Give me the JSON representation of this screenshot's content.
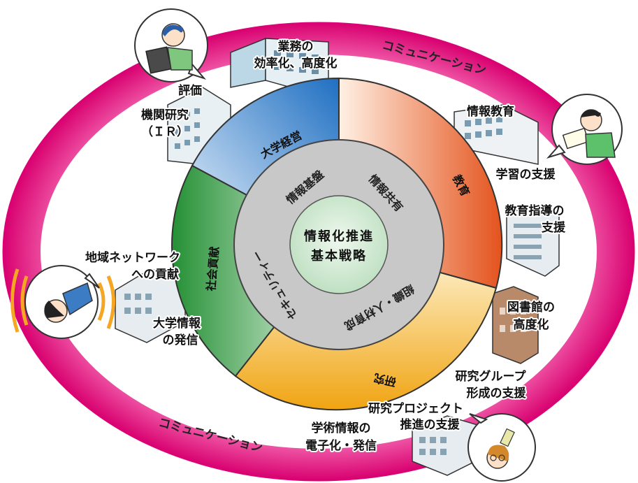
{
  "communication": [
    "コミュニケーション",
    "コミュニケーション"
  ],
  "center": {
    "line1": "情報化推進",
    "line2": "基本戦略"
  },
  "inner_ring": {
    "infrastructure": "情報基盤",
    "sharing": "情報共有",
    "organization": "組織・人材育成",
    "security": "セキュリティー"
  },
  "segments": {
    "management": "大学経営",
    "education": "教育",
    "research": "研究",
    "social": "社会貢献"
  },
  "labels": {
    "business_l1": "業務の",
    "business_l2": "効率化、高度化",
    "evaluation": "評価",
    "ir_l1": "機関研究",
    "ir_l2": "（ＩＲ）",
    "info_education": "情報教育",
    "learning_support": "学習の支援",
    "guidance_l1": "教育指導の",
    "guidance_l2": "支援",
    "library_l1": "図書館の",
    "library_l2": "高度化",
    "group_l1": "研究グループ",
    "group_l2": "形成の支援",
    "project_l1": "研究プロジェクト",
    "project_l2": "推進の支援",
    "academic_l1": "学術情報の",
    "academic_l2": "電子化・発信",
    "network_l1": "地域ネットワーク",
    "network_l2": "への貢献",
    "univ_info_l1": "大学情報",
    "univ_info_l2": "の発信"
  },
  "colors": {
    "communication_ring": "#e0007e",
    "management": "#2f7fd0",
    "education": "#e8662a",
    "research": "#f2b21c",
    "social": "#2f9a3c",
    "inner_ring": "#c8c8c8",
    "center": "#d8eed8"
  }
}
